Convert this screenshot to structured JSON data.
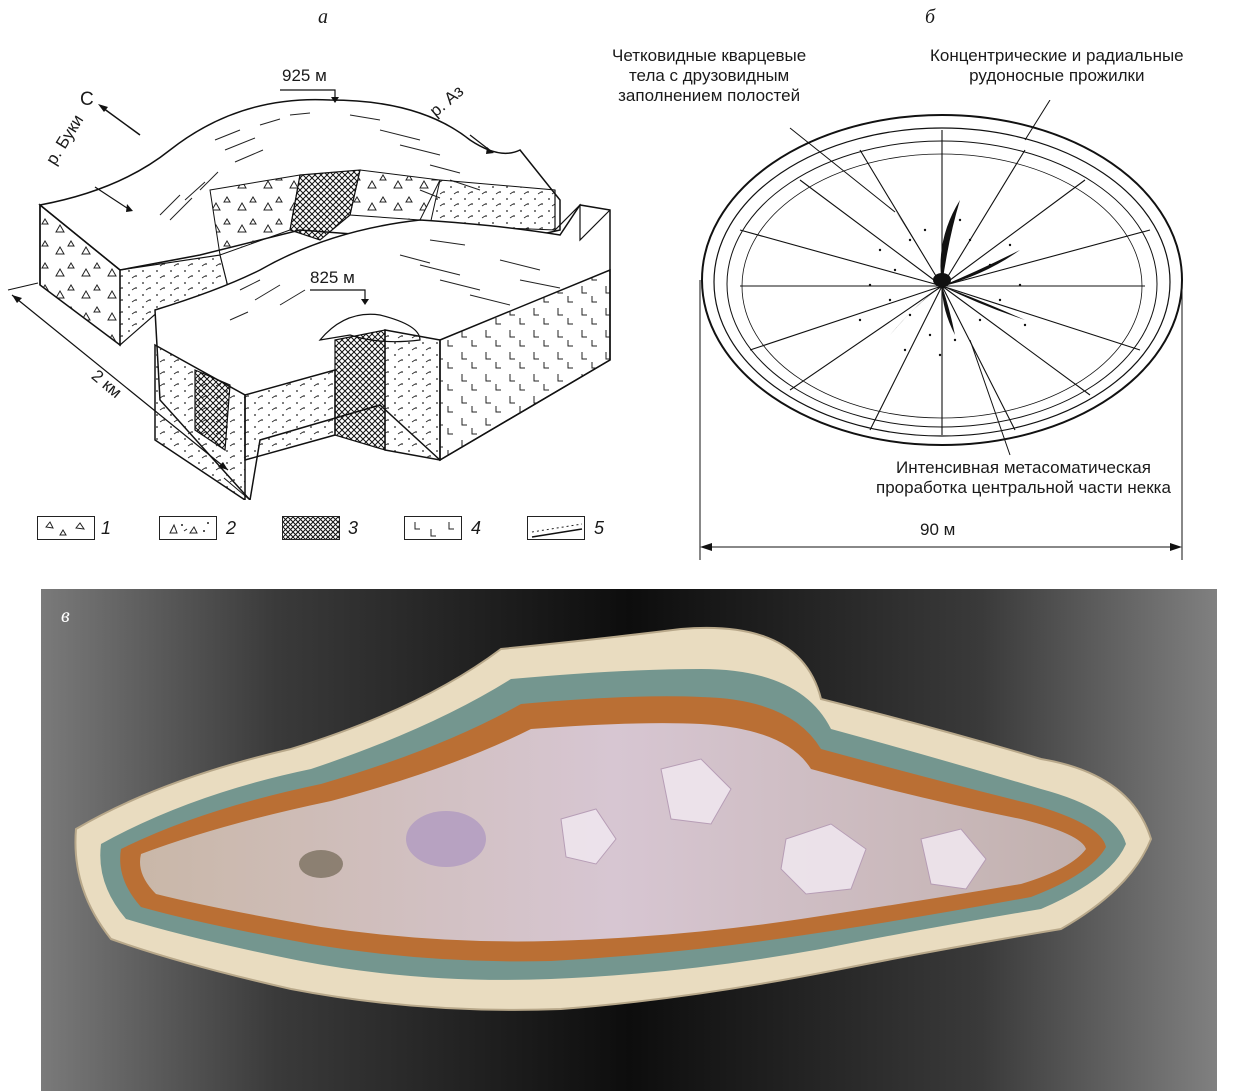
{
  "panel_a": {
    "letter": "а",
    "elev_top": "925 м",
    "elev_mid": "825 м",
    "north": "С",
    "river_1": "р. Буки",
    "river_2": "р. Аз",
    "scale": "2 км",
    "legend": [
      {
        "num": "1",
        "pattern": "triangles"
      },
      {
        "num": "2",
        "pattern": "triangles-dots"
      },
      {
        "num": "3",
        "pattern": "crosshatch"
      },
      {
        "num": "4",
        "pattern": "l-signs"
      },
      {
        "num": "5",
        "pattern": "contact-lines"
      }
    ]
  },
  "panel_b": {
    "letter": "б",
    "callout_quartz": "Четковидные кварцевые\nтела с друзовидным\nзаполнением полостей",
    "callout_veins": "Концентрические и радиальные\nрудоносные прожилки",
    "callout_meta": "Интенсивная метасоматическая\nпроработка центральной части некка",
    "dimension": "90 м"
  },
  "panel_c": {
    "letter": "в"
  }
}
